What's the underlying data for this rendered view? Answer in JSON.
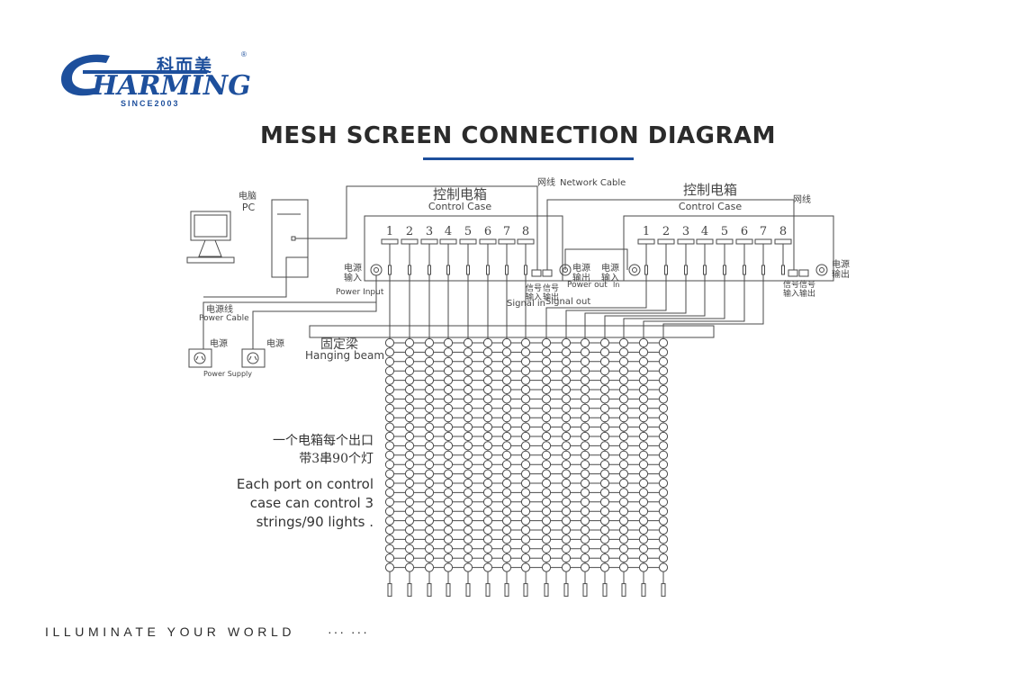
{
  "brand": {
    "logo_text": "HARMING",
    "logo_cn": "科而美",
    "logo_reg": "®",
    "since": "SINCE2003",
    "color": "#1d4f9c"
  },
  "title": "MESH SCREEN CONNECTION DIAGRAM",
  "footer": {
    "tagline": "ILLUMINATE YOUR WORLD",
    "dots": "··· ···"
  },
  "diagram": {
    "pc_cn": "电脑",
    "pc_en": "PC",
    "network_cn": "网线",
    "network_en": "Network Cable",
    "control_case_cn": "控制电箱",
    "control_case_en": "Control Case",
    "ports": [
      "1",
      "2",
      "3",
      "4",
      "5",
      "6",
      "7",
      "8"
    ],
    "power_input_cn": "电源\n输入",
    "power_input_en": "Power Input",
    "power_output_cn": "电源\n输出",
    "power_out_en": "Power out",
    "in_en": "In",
    "signal_in_cn": "信号\n输入",
    "signal_out_cn": "信号\n输出",
    "signal_in_en": "Signal in",
    "signal_out_en": "Signal out",
    "power_cable_cn": "电源线",
    "power_cable_en": "Power Cable",
    "socket_cn": "电源",
    "power_supply_en": "Power Supply",
    "beam_cn": "固定梁",
    "beam_en": "Hanging beam",
    "line_color": "#4a4a4a"
  },
  "description": {
    "cn_line1": "一个电箱每个出口",
    "cn_line2": "带3串90个灯",
    "en_line1": "Each port on control",
    "en_line2": "case can control 3",
    "en_line3": "strings/90 lights ."
  }
}
